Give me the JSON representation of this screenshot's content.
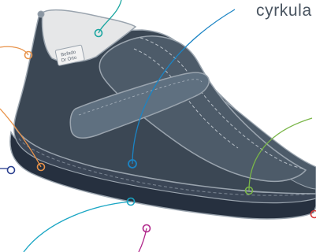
{
  "header": {
    "partial_label": "cyrkula"
  },
  "shoe": {
    "insole_tag_line1": "Befado",
    "insole_tag_line2": "Dr Orto"
  },
  "colors": {
    "upper_dark": "#3b4754",
    "upper_mid": "#4d5b69",
    "strap_light": "#5f7080",
    "lining": "#e6e7e8",
    "sole_dark": "#26303f",
    "sole_mid": "#3b4656",
    "outline": "#9aa4ae",
    "callout_teal": "#1aa6a0",
    "callout_blue": "#1b84c4",
    "callout_orange": "#e8934a",
    "callout_green": "#7ab648",
    "callout_navy": "#2a3f8f",
    "callout_magenta": "#b0268a",
    "callout_red": "#d83a3a"
  }
}
